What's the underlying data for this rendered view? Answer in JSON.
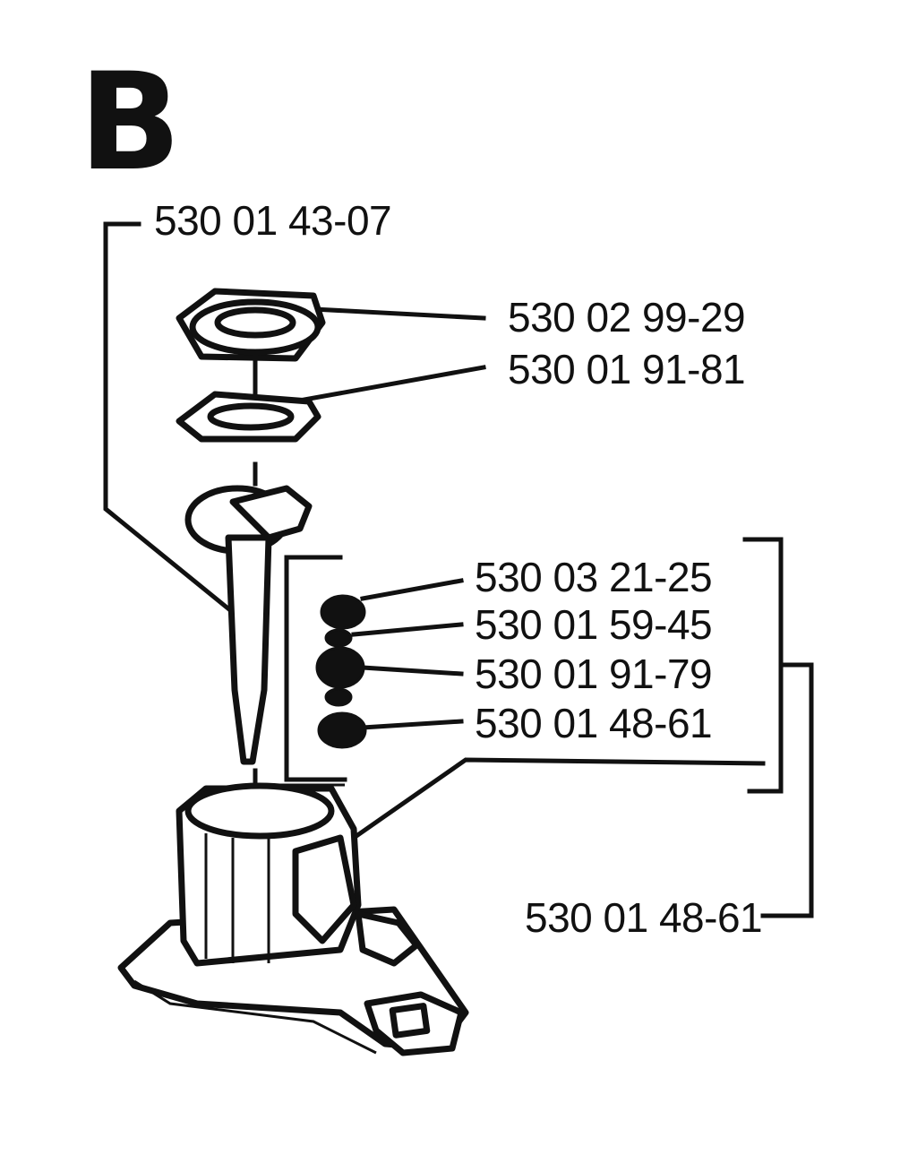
{
  "section_letter": "B",
  "part_numbers": {
    "needle": "530 01 43-07",
    "cover": "530 02 99-29",
    "gasket": "530 01 91-81",
    "kit_item_1": "530 03 21-25",
    "kit_item_2": "530 01 59-45",
    "kit_item_3": "530 01 91-79",
    "kit_item_4": "530 01 48-61",
    "kit_total": "530 01 48-61"
  },
  "colors": {
    "ink": "#111111",
    "paper": "#ffffff"
  }
}
